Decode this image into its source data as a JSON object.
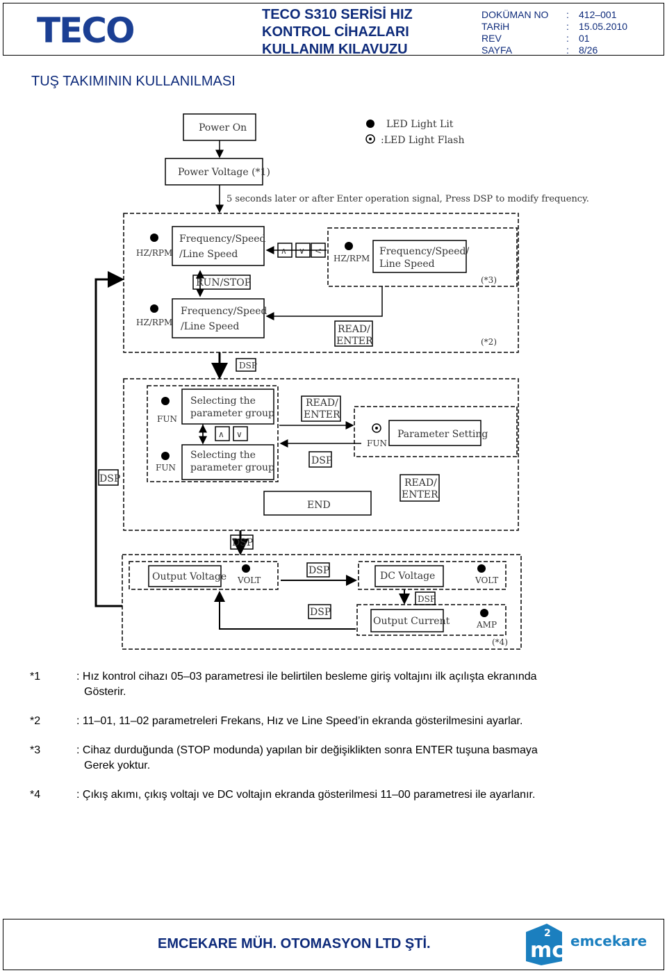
{
  "header": {
    "logo_text": "TECO",
    "title_lines": [
      "TECO S310 SERİSİ HIZ",
      "KONTROL CİHAZLARI",
      "KULLANIM KILAVUZU"
    ],
    "meta": [
      {
        "key": "DOKÜMAN NO",
        "sep": ":",
        "value": "412–001"
      },
      {
        "key": "TARiH",
        "sep": ":",
        "value": "15.05.2010"
      },
      {
        "key": "REV",
        "sep": ":",
        "value": "01"
      },
      {
        "key": "SAYFA",
        "sep": ":",
        "value": "8/26"
      }
    ]
  },
  "section_title": "TUŞ TAKIMININ KULLANILMASI",
  "diagram": {
    "power_on": "Power On",
    "power_voltage": "Power Voltage (*1)",
    "legend_lit": "LED Light Lit",
    "legend_flash": ":LED Light Flash",
    "instruction": "5 seconds later or after Enter operation signal, Press DSP to modify frequency.",
    "hz_rpm": "HZ/RPM",
    "freq_line1": "Frequency/Speed",
    "freq_line2": "/Line Speed",
    "freq_b_line1": "Frequency/Speed/",
    "freq_b_line2": "Line Speed",
    "run_stop": "RUN/STOP",
    "key_up": "∧",
    "key_down": "∨",
    "key_left": "<",
    "note3": "(*3)",
    "note2": "(*2)",
    "note4": "(*4)",
    "read": "READ/",
    "enter": "ENTER",
    "dsp": "DSP",
    "fun": "FUN",
    "sel_line1": "Selecting the",
    "sel_line2": "parameter group",
    "param_setting": "Parameter Setting",
    "end": "END",
    "output_voltage": "Output Voltage",
    "volt": "VOLT",
    "dc_voltage": "DC Voltage",
    "output_current": "Output Current",
    "amp": "AMP"
  },
  "notes": [
    {
      "mark": "*1",
      "line1": ": Hız kontrol cihazı 05–03 parametresi ile belirtilen besleme giriş voltajını ilk açılışta ekranında",
      "line2": "Gösterir."
    },
    {
      "mark": "*2",
      "line1": ": 11–01, 11–02 parametreleri Frekans, Hız ve Line Speed’in ekranda gösterilmesini ayarlar.",
      "line2": ""
    },
    {
      "mark": "*3",
      "line1": ": Cihaz durduğunda (STOP modunda) yapılan bir değişiklikten sonra ENTER tuşuna basmaya",
      "line2": "Gerek yoktur."
    },
    {
      "mark": "*4",
      "line1": ": Çıkış akımı, çıkış voltajı ve DC voltajın ekranda gösterilmesi 11–00 parametresi ile ayarlanır.",
      "line2": ""
    }
  ],
  "footer": {
    "company": "EMCEKARE MÜH. OTOMASYON LTD ŞTİ.",
    "logo_mark": "mc",
    "logo_sup": "2",
    "logo_text": "emcekare"
  },
  "colors": {
    "title": "#0d2a7a",
    "teco_logo": "#1b3f93",
    "footer_logo": "#1b7fbf"
  }
}
